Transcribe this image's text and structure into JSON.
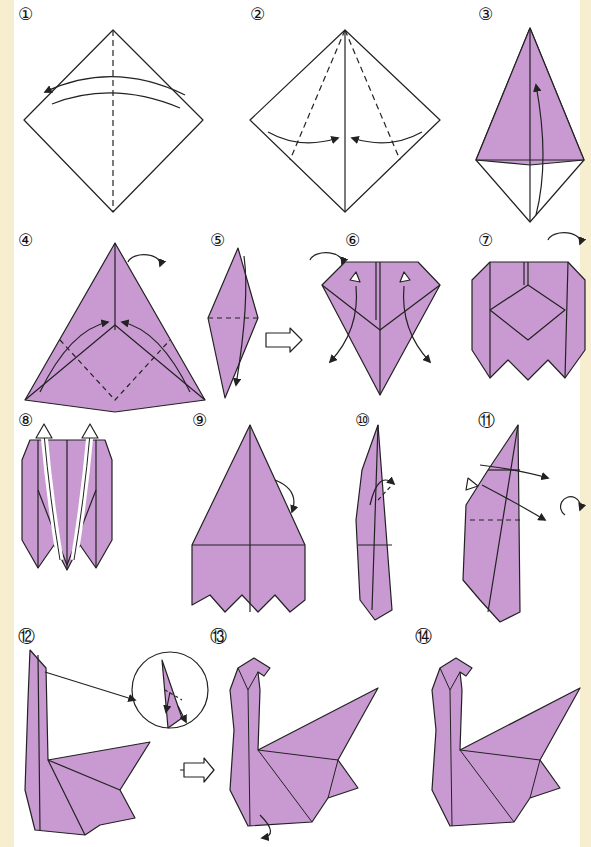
{
  "diagram": {
    "labels": [
      "①",
      "②",
      "③",
      "④",
      "⑤",
      "⑥",
      "⑦",
      "⑧",
      "⑨",
      "⑩",
      "⑪",
      "⑫",
      "⑬",
      "⑭"
    ]
  }
}
